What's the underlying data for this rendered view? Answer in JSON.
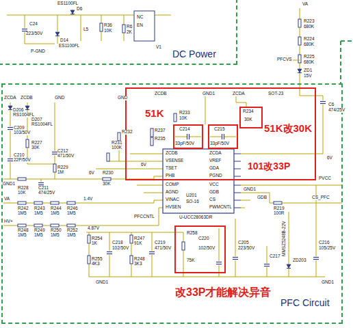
{
  "diagram": {
    "nodes": [
      {
        "text": [
          "DC Power"
        ]
      },
      {
        "text": [
          "PFC Circuit"
        ]
      },
      {
        "text": [
          "51K",
          "51K改30K",
          "101改33P"
        ],
        "in": 1
      },
      {
        "text": [
          "C214",
          "33pF/50V"
        ],
        "in": 2
      },
      {
        "text": [
          "C215",
          "33pF/50V"
        ],
        "in": 2
      },
      {
        "text": [
          "R234",
          "30K"
        ],
        "in": 2
      },
      {
        "text": [
          "C220",
          "102/50V",
          "改33P才能解决异音"
        ],
        "in": 1
      }
    ],
    "labels": [
      "C24",
      "223/50V",
      "P-GND",
      "D14",
      "ES1100FL",
      "D6",
      "ES1100FL",
      "L5",
      "R36",
      "10K",
      "R6",
      "2K",
      "NC",
      "EN",
      "V1",
      "VA",
      "R223",
      "680K",
      "R224",
      "680K",
      "R225",
      "680K",
      "PFCVS",
      "ZD1",
      "15V",
      "C6",
      "474/25V",
      "ZCDA",
      "ZCDB",
      "D206",
      "RS1004FL",
      "D207",
      "RS1004FL",
      "GND",
      "C209",
      "103/50V",
      "R227",
      "30K",
      "C210",
      "22P/50V",
      "C212",
      "471/50V",
      "R229",
      "1M",
      "GND1",
      "R228",
      "10K",
      "C211",
      "474/25V",
      "6V",
      "R230",
      "30K",
      "R231",
      "100K",
      "R232",
      "GND",
      "VA",
      "1.4V",
      "HV+",
      "R242",
      "R243",
      "R244",
      "R246",
      "1M5",
      "1M5",
      "1M5",
      "1M5",
      "R248",
      "R249",
      "R250",
      "R252",
      "1M5",
      "1M5",
      "1M5",
      "1M5",
      "ZCDB",
      "GND1",
      "ZCDA",
      "R233",
      "10K",
      "R237",
      "R235",
      "6V",
      "SOT-23",
      "ZCDB",
      "VSENSE",
      "TSET",
      "PHB",
      "COMP",
      "AGND",
      "VINAC",
      "HVSEN",
      "ZCDA",
      "VREF",
      "GDA",
      "PGND",
      "VCC",
      "GDB",
      "CS",
      "PWMCNTL",
      "U201",
      "SO-16",
      "U-UCC28063DR",
      "PVCC",
      "6V",
      "GND1",
      "GDB",
      "CS_PFC",
      "R219",
      "100R",
      "C205",
      "223/50V",
      "C217",
      "ZD203",
      "MMSZ5248B-22V",
      "C216",
      "105/25V",
      "GND1",
      "4.87V",
      "PFCCNTL",
      "R254",
      "1K",
      "R255",
      "4K3",
      "C218",
      "102/50V",
      "R247",
      "91K",
      "R248",
      "3K3",
      "C219",
      "471/50V",
      "GND1",
      "R258",
      "75K"
    ]
  }
}
